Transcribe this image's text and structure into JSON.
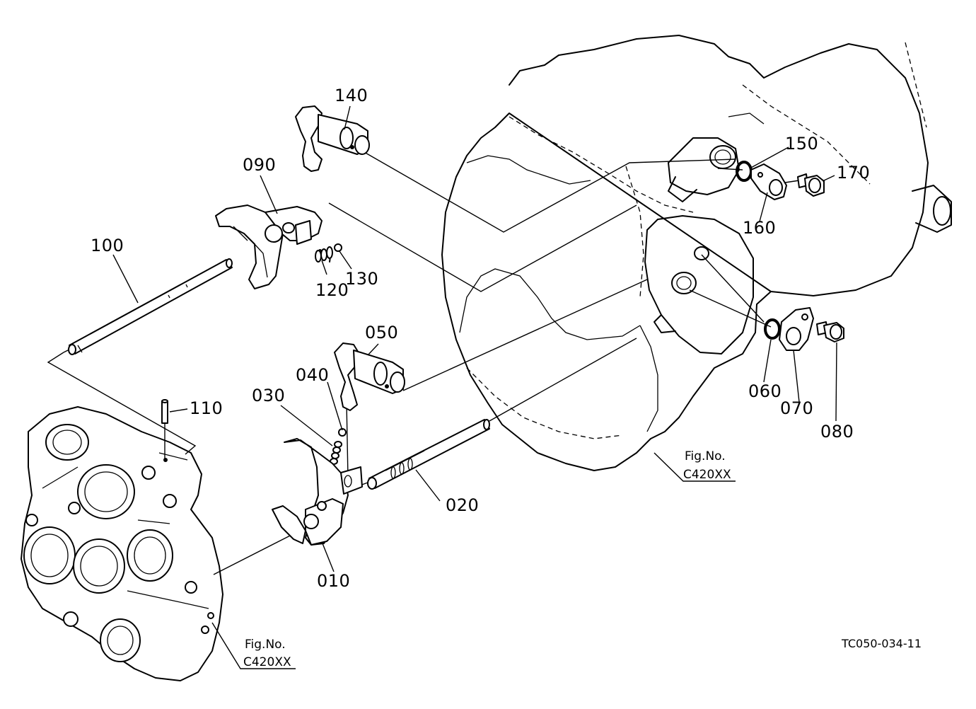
{
  "parts": {
    "p010": "010",
    "p020": "020",
    "p030": "030",
    "p040": "040",
    "p050": "050",
    "p060": "060",
    "p070": "070",
    "p080": "080",
    "p090": "090",
    "p100": "100",
    "p110": "110",
    "p120": "120",
    "p130": "130",
    "p140": "140",
    "p150": "150",
    "p160": "160",
    "p170": "170"
  },
  "references": {
    "right": {
      "title": "Fig.No.",
      "code": "C420XX"
    },
    "left": {
      "title": "Fig.No.",
      "code": "C420XX"
    }
  },
  "drawing_code": "TC050-034-11"
}
